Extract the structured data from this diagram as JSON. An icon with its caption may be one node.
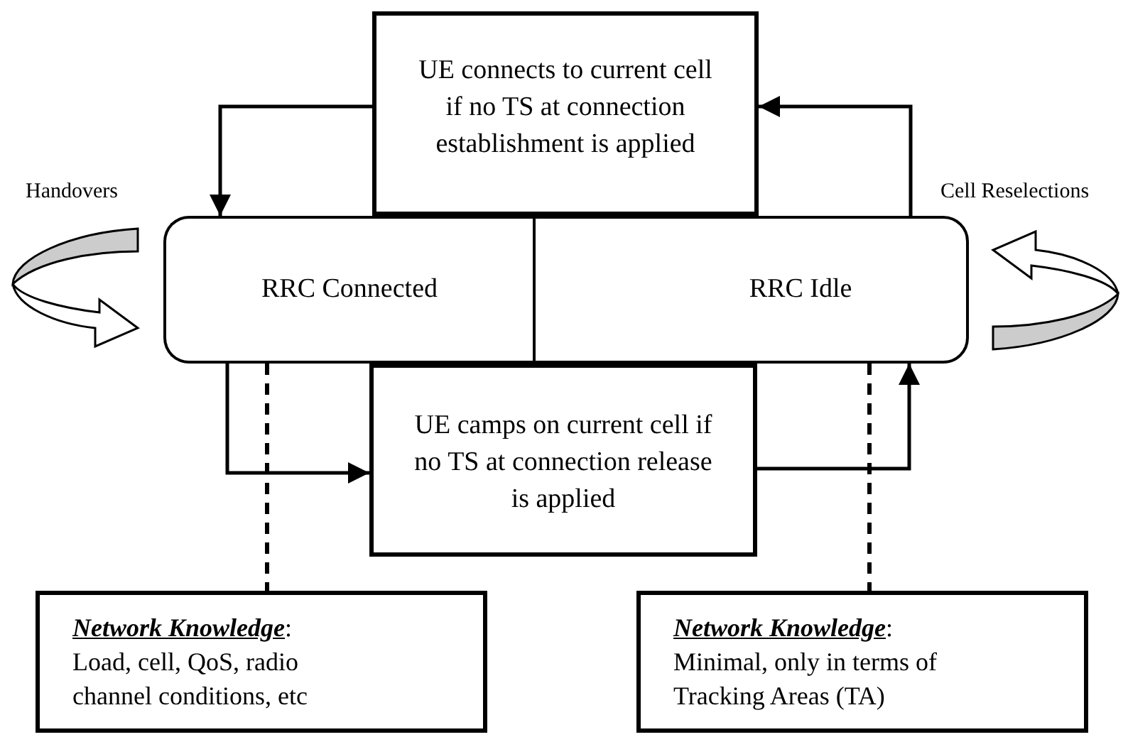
{
  "diagram": {
    "nodes": [
      {
        "text": [
          "UE connects to current cell if no TS at connection establishment is applied"
        ]
      },
      {
        "text": [
          "RRC Connected"
        ]
      },
      {
        "text": [
          "RRC Idle"
        ]
      },
      {
        "text": [
          "UE camps on current cell if no TS at connection release is applied"
        ]
      },
      {
        "text": [
          "**Network Knowledge**:",
          "Load, cell, QoS, radio channel conditions, etc"
        ]
      },
      {
        "text": [
          "**Network Knowledge**:",
          "Minimal, only in terms of Tracking Areas (TA)"
        ]
      }
    ],
    "edges": [
      {
        "from": 0,
        "to": 1,
        "arrow": "to"
      },
      {
        "from": 2,
        "to": 0,
        "arrow": "to"
      },
      {
        "from": 1,
        "to": 3,
        "arrow": "to"
      },
      {
        "from": 3,
        "to": 2,
        "arrow": "to"
      },
      {
        "from": 1,
        "to": 4,
        "arrow": "none",
        "style": "dashed"
      },
      {
        "from": 2,
        "to": 5,
        "arrow": "none",
        "style": "dashed"
      }
    ],
    "labels": [
      "Handovers",
      "Cell Reselections"
    ]
  }
}
